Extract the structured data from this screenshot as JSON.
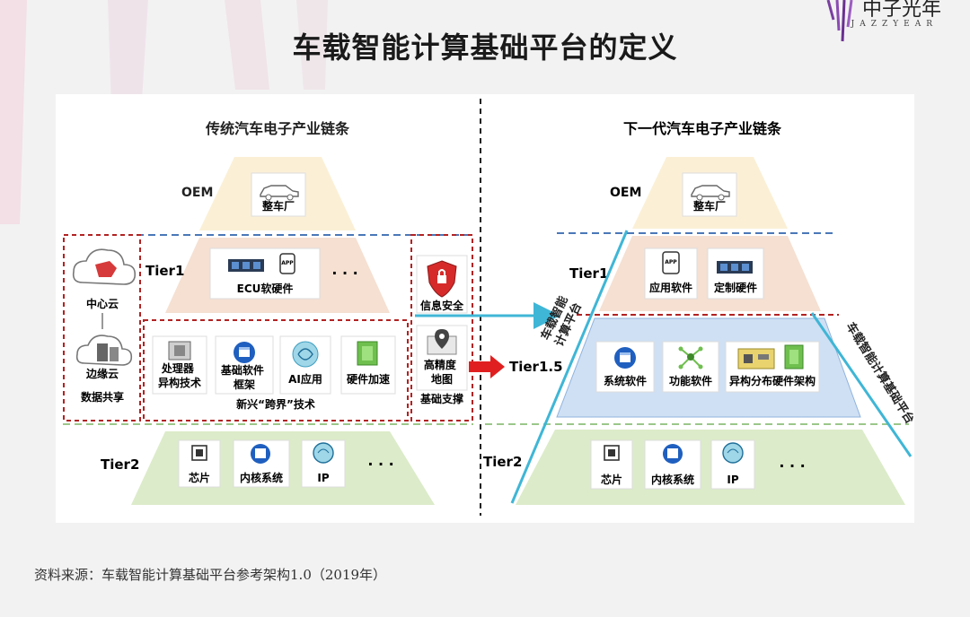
{
  "page": {
    "title": "车载智能计算基础平台的定义",
    "source": "资料来源：车载智能计算基础平台参考架构1.0（2019年）"
  },
  "logo": {
    "name": "中子光年",
    "subtitle": "JAZZYEAR"
  },
  "colors": {
    "oem_fill": "#fbf0d6",
    "tier1_fill": "#f5e0d2",
    "tier15_fill": "#cfe0f4",
    "tier2_fill": "#dcebc9",
    "red_dash": "#b22222",
    "blue_dash": "#4a78b8",
    "green_dash": "#9bc78a",
    "cyan_arrow": "#3fb6d6",
    "red_arrow": "#e02020"
  },
  "left": {
    "heading": "传统汽车电子产业链条",
    "oem": {
      "tier_label": "OEM",
      "item": "整车厂"
    },
    "tier1": {
      "tier_label": "Tier1",
      "item": "ECU软硬件",
      "ellipsis": "· · ·"
    },
    "cloud": {
      "center": "中心云",
      "edge": "边缘云",
      "caption": "数据共享"
    },
    "security": {
      "item": "信息安全"
    },
    "emerging": {
      "caption": "新兴“跨界”技术",
      "items": [
        "处理器\n异构技术",
        "基础软件\n框架",
        "AI应用",
        "硬件加速"
      ]
    },
    "map": {
      "item": "高精度\n地图",
      "caption": "基础支撑"
    },
    "tier2": {
      "tier_label": "Tier2",
      "items": [
        "芯片",
        "内核系统",
        "IP"
      ],
      "ellipsis": "· · ·"
    }
  },
  "right": {
    "heading": "下一代汽车电子产业链条",
    "oem": {
      "tier_label": "OEM",
      "item": "整车厂"
    },
    "tier1": {
      "tier_label": "Tier1",
      "items": [
        "应用软件",
        "定制硬件"
      ]
    },
    "tier15": {
      "tier_label": "Tier1.5",
      "items": [
        "系统软件",
        "功能软件",
        "异构分布硬件架构"
      ]
    },
    "tier2": {
      "tier_label": "Tier2",
      "items": [
        "芯片",
        "内核系统",
        "IP"
      ],
      "ellipsis": "· · ·"
    },
    "platform_label_left": "车载智能\n计算平台",
    "platform_label_right": "车载智能计算基础平台"
  }
}
